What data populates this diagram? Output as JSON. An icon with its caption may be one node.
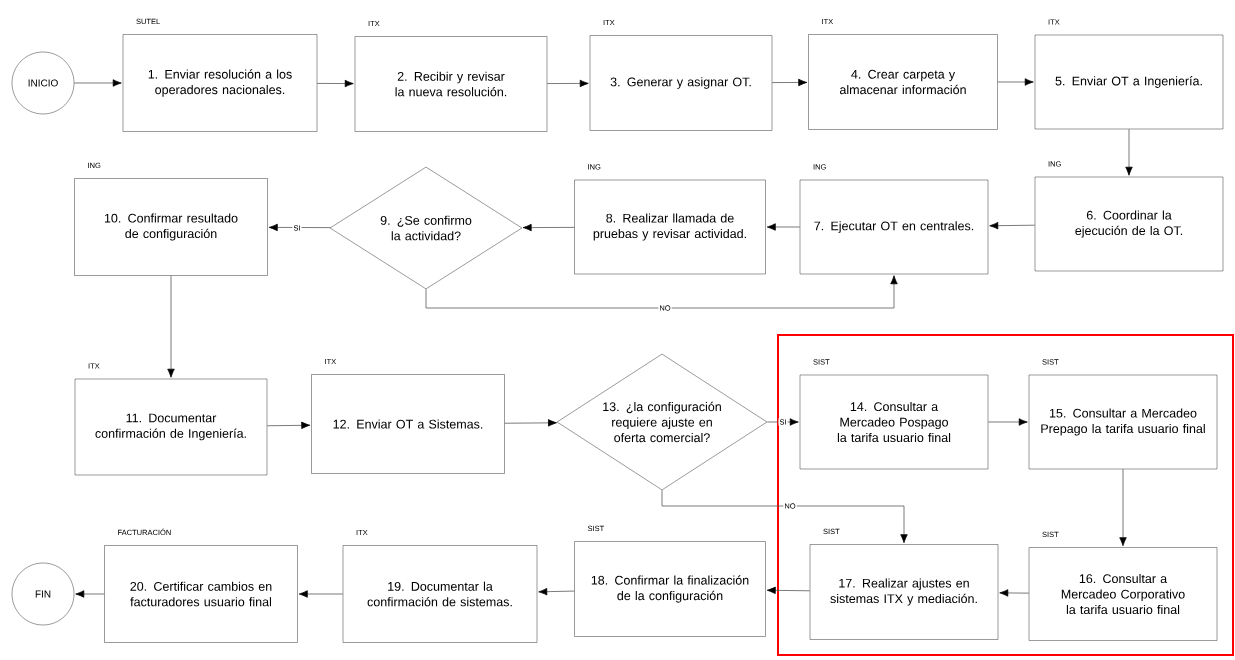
{
  "diagram": {
    "nodes": [
      {
        "text": [
          "INICIO"
        ]
      },
      {
        "text": [
          "1. Enviar resolución a los operadores nacionales."
        ],
        "beside": [
          "SUTEL"
        ]
      },
      {
        "text": [
          "2. Recibir y revisar la nueva resolución."
        ],
        "beside": [
          "ITX"
        ]
      },
      {
        "text": [
          "3. Generar y asignar OT."
        ],
        "beside": [
          "ITX"
        ]
      },
      {
        "text": [
          "4. Crear carpeta y almacenar información"
        ],
        "beside": [
          "ITX"
        ]
      },
      {
        "text": [
          "5. Enviar OT a Ingeniería."
        ],
        "beside": [
          "ITX"
        ]
      },
      {
        "text": [
          "6. Coordinar la ejecución de la OT."
        ],
        "beside": [
          "ING"
        ]
      },
      {
        "text": [
          "7. Ejecutar OT en centrales."
        ],
        "beside": [
          "ING"
        ]
      },
      {
        "text": [
          "8. Realizar llamada de pruebas y revisar actividad."
        ],
        "beside": [
          "ING"
        ]
      },
      {
        "text": [
          "9. ¿Se confirmo la actividad?"
        ]
      },
      {
        "text": [
          "10. Confirmar resultado de configuración"
        ],
        "beside": [
          "ING"
        ]
      },
      {
        "text": [
          "11. Documentar confirmación de Ingeniería."
        ],
        "beside": [
          "ITX"
        ]
      },
      {
        "text": [
          "12. Enviar OT a Sistemas."
        ],
        "beside": [
          "ITX"
        ]
      },
      {
        "text": [
          "13. ¿la configuración requiere ajuste en oferta comercial?"
        ]
      },
      {
        "text": [
          "14. Consultar a Mercadeo Pospago la tarifa usuario final"
        ],
        "beside": [
          "SIST"
        ]
      },
      {
        "text": [
          "15. Consultar a Mercadeo Prepago la tarifa usuario final"
        ],
        "beside": [
          "SIST"
        ]
      },
      {
        "text": [
          "16. Consultar a Mercadeo Corporativo la tarifa usuario final"
        ],
        "beside": [
          "SIST"
        ]
      },
      {
        "text": [
          "17. Realizar ajustes en sistemas ITX y mediación."
        ],
        "beside": [
          "SIST"
        ]
      },
      {
        "text": [
          "18. Confirmar la finalización de la configuración"
        ],
        "beside": [
          "SIST"
        ]
      },
      {
        "text": [
          "19. Documentar la confirmación de sistemas."
        ],
        "beside": [
          "ITX"
        ]
      },
      {
        "text": [
          "20. Certificar cambios en facturadores usuario final"
        ],
        "beside": [
          "FACTURACIÓN"
        ]
      },
      {
        "text": [
          "FIN"
        ]
      }
    ],
    "edges": [
      {
        "from": 0,
        "to": 1,
        "arrow": "to"
      },
      {
        "from": 1,
        "to": 2,
        "arrow": "to"
      },
      {
        "from": 2,
        "to": 3,
        "arrow": "to"
      },
      {
        "from": 3,
        "to": 4,
        "arrow": "to"
      },
      {
        "from": 4,
        "to": 5,
        "arrow": "to"
      },
      {
        "from": 5,
        "to": 6,
        "arrow": "to"
      },
      {
        "from": 6,
        "to": 7,
        "arrow": "to"
      },
      {
        "from": 7,
        "to": 8,
        "arrow": "to"
      },
      {
        "from": 8,
        "to": 9,
        "arrow": "to"
      },
      {
        "from": 9,
        "to": 10,
        "arrow": "to",
        "label": "SI"
      },
      {
        "from": 9,
        "to": 7,
        "arrow": "to",
        "label": "NO"
      },
      {
        "from": 10,
        "to": 11,
        "arrow": "to"
      },
      {
        "from": 11,
        "to": 12,
        "arrow": "to"
      },
      {
        "from": 12,
        "to": 13,
        "arrow": "to"
      },
      {
        "from": 13,
        "to": 14,
        "arrow": "to",
        "label": "SI"
      },
      {
        "from": 13,
        "to": 17,
        "arrow": "to",
        "label": "NO"
      },
      {
        "from": 14,
        "to": 15,
        "arrow": "to"
      },
      {
        "from": 15,
        "to": 16,
        "arrow": "to"
      },
      {
        "from": 16,
        "to": 17,
        "arrow": "to"
      },
      {
        "from": 17,
        "to": 18,
        "arrow": "to"
      },
      {
        "from": 18,
        "to": 19,
        "arrow": "to"
      },
      {
        "from": 19,
        "to": 20,
        "arrow": "to"
      },
      {
        "from": 20,
        "to": 21,
        "arrow": "to"
      }
    ]
  }
}
